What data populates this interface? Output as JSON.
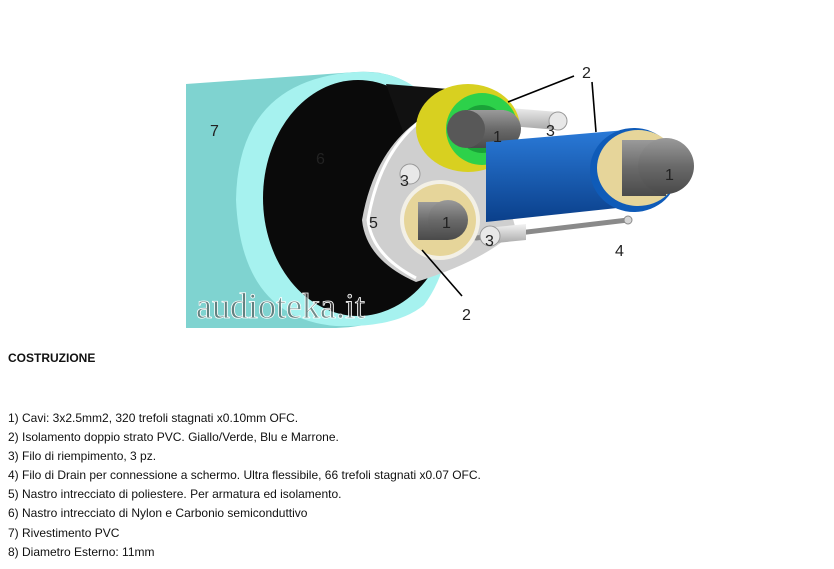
{
  "figure": {
    "watermark": "audioteka.it",
    "callouts": {
      "jacket": "7",
      "nylon_carbon_braid": "6",
      "polyester_braid": "5",
      "drain_wire": "4",
      "filler_top": "3",
      "filler_left": "3",
      "filler_bottom": "3",
      "insulation_top": "2",
      "insulation_bottom": "2",
      "conductor_top": "1",
      "conductor_blue": "1",
      "conductor_bottom": "1"
    },
    "colors": {
      "jacket": "#7fd3d0",
      "jacket_edge": "#9ff0ee",
      "braid_black": "#0a0a0a",
      "polyester": "#c8c8c8",
      "insulation_yellow_green": "#d8d020",
      "insulation_green": "#2dd14a",
      "insulation_blue": "#1060c0",
      "insulation_brown": "#e6d59a",
      "conductor": "#6e6e6e"
    }
  },
  "section": {
    "heading": "COSTRUZIONE",
    "items": [
      "1) Cavi: 3x2.5mm2, 320 trefoli stagnati x0.10mm OFC.",
      "2) Isolamento doppio strato PVC. Giallo/Verde, Blu e Marrone.",
      "3) Filo di riempimento, 3 pz.",
      "4) Filo di Drain per connessione a schermo. Ultra flessibile, 66 trefoli stagnati x0.07 OFC.",
      "5) Nastro intrecciato di poliestere. Per armatura ed isolamento.",
      "6) Nastro intrecciato di Nylon e Carbonio semiconduttivo",
      "7) Rivestimento PVC",
      "8) Diametro Esterno: 11mm"
    ]
  }
}
